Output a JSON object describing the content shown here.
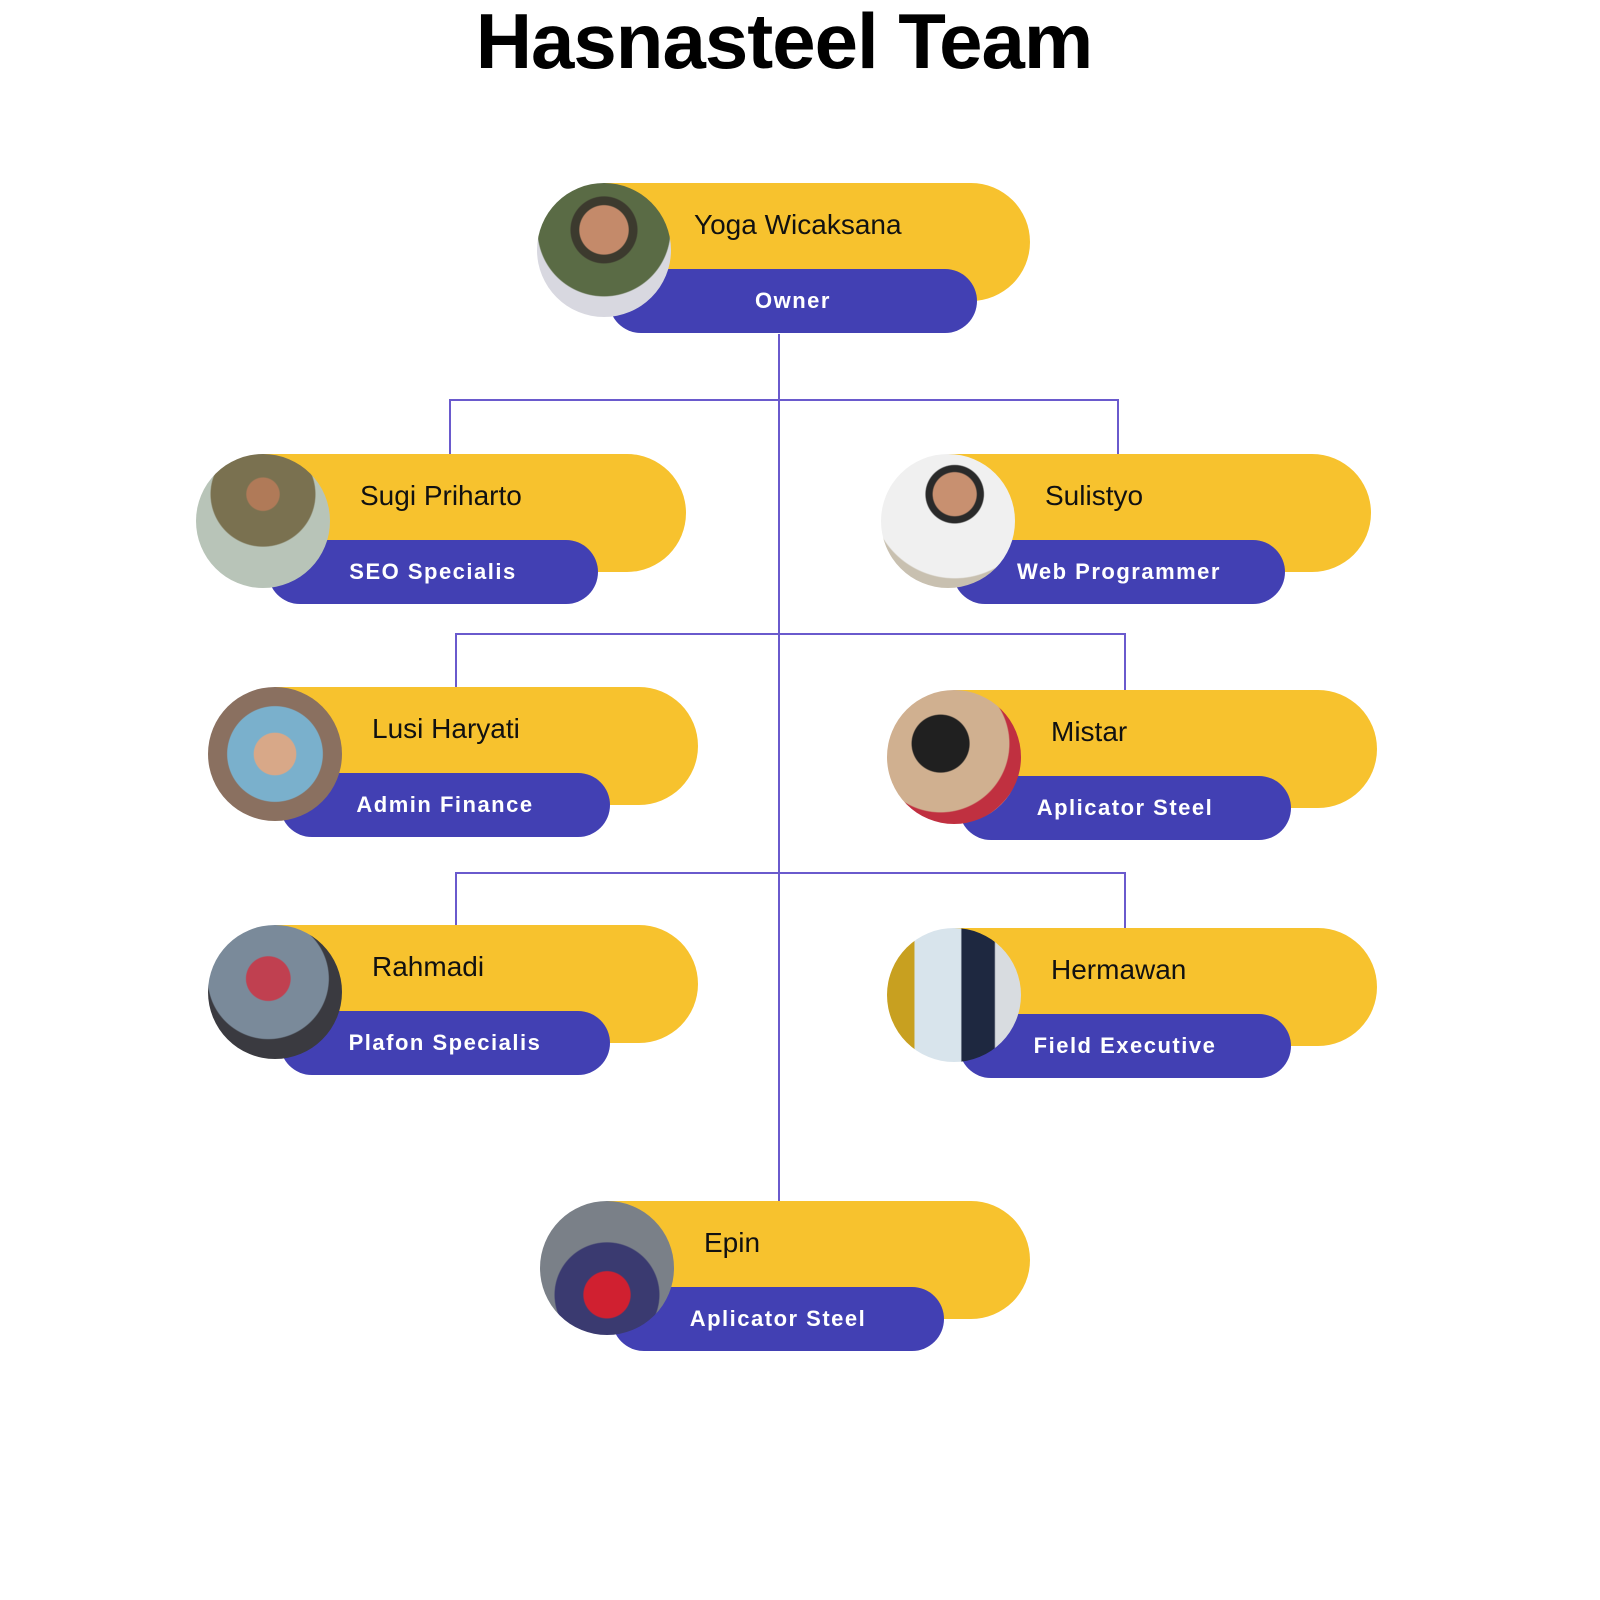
{
  "title": "Hasnasteel Team",
  "colors": {
    "name_bar": "#f7c22e",
    "role_bar": "#4240b3",
    "connector": "#6a5acd"
  },
  "members": [
    {
      "name": "Yoga Wicaksana",
      "role": "Owner"
    },
    {
      "name": "Sugi Priharto",
      "role": "SEO Specialis"
    },
    {
      "name": "Sulistyo",
      "role": "Web Programmer"
    },
    {
      "name": "Lusi Haryati",
      "role": "Admin Finance"
    },
    {
      "name": "Mistar",
      "role": "Aplicator Steel"
    },
    {
      "name": "Rahmadi",
      "role": "Plafon Specialis"
    },
    {
      "name": "Hermawan",
      "role": "Field Executive"
    },
    {
      "name": "Epin",
      "role": "Aplicator Steel"
    }
  ]
}
